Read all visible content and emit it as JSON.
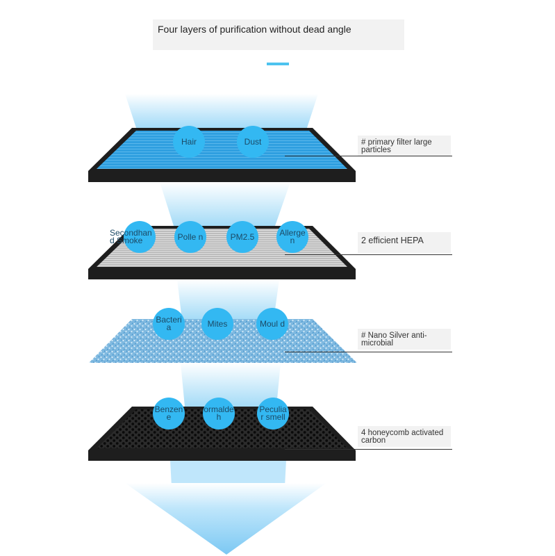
{
  "title": "Four layers of purification without dead angle",
  "layers": [
    {
      "label": "# primary filter large particles",
      "particles": [
        "Hair",
        "Dust"
      ]
    },
    {
      "label": "2 efficient HEPA",
      "particles": [
        "Secondhand Smoke",
        "Polle n",
        "PM2.5",
        "Allerge n"
      ]
    },
    {
      "label": "# Nano Silver anti-microbial",
      "particles": [
        "Bacteri a",
        "Mites",
        "Moul d"
      ]
    },
    {
      "label": "4 honeycomb activated carbon",
      "particles": [
        "Benzen e",
        "ormaldeh",
        "Peculiar smell"
      ]
    }
  ],
  "colors": {
    "accent": "#4dc3ef",
    "bubble": "#33b8f2",
    "frame": "#1e1e1e",
    "beam": "#bfe6fb",
    "arrow": "#9fd6f5"
  },
  "icons": [
    "down-arrow-icon"
  ]
}
